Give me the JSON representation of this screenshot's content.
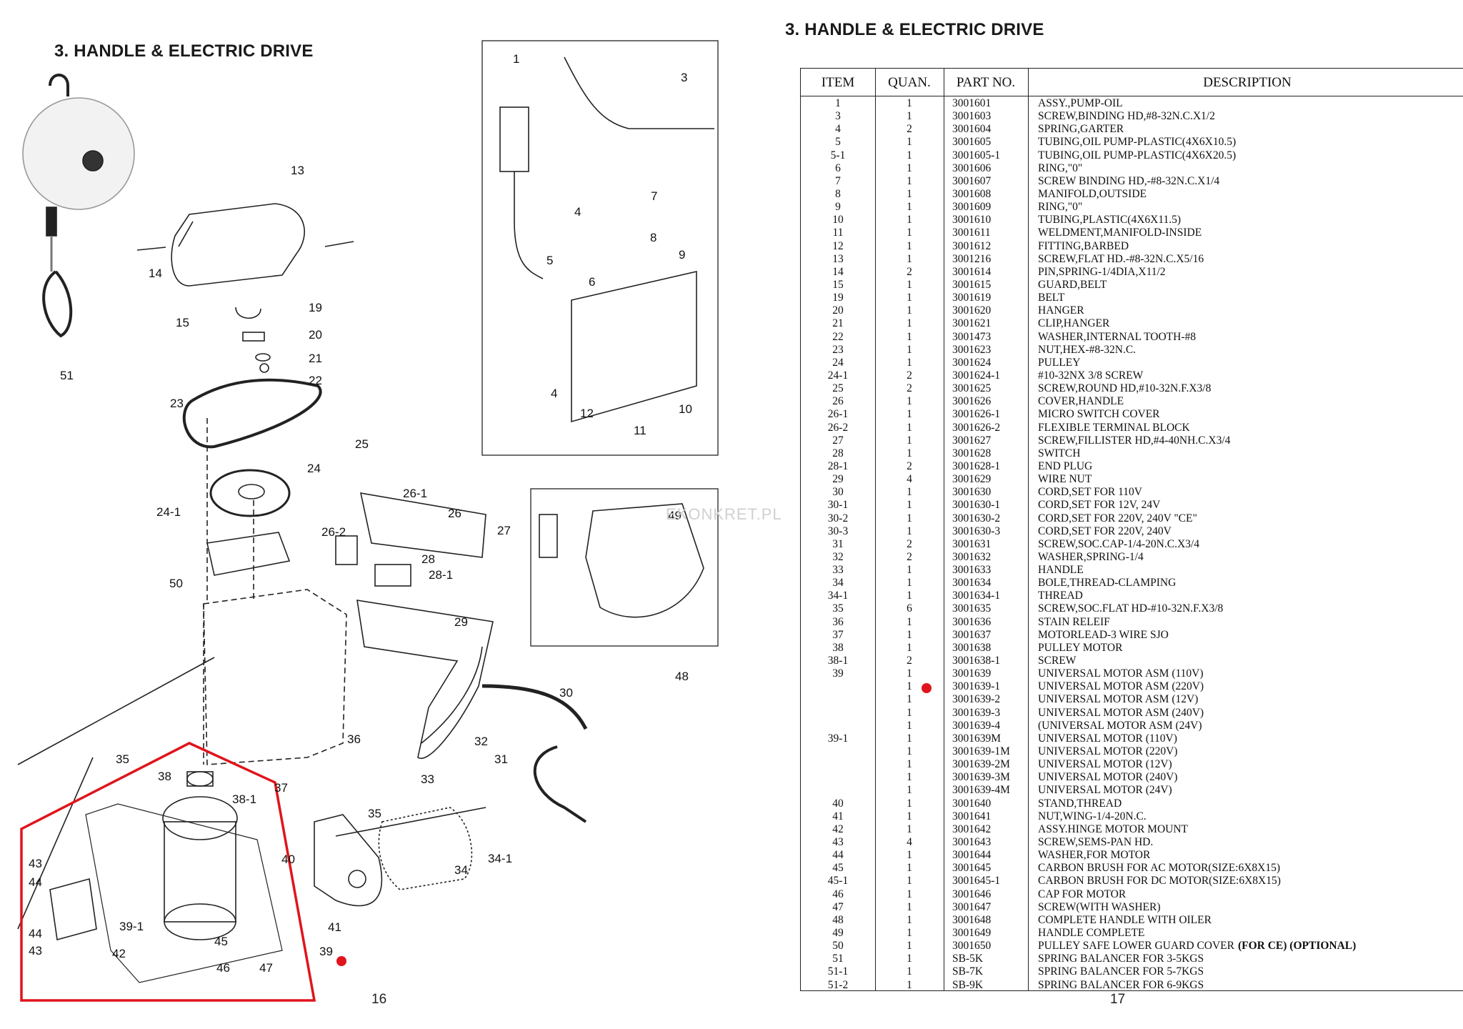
{
  "left_page": {
    "heading": "3. HANDLE & ELECTRIC DRIVE",
    "page_number": "16",
    "watermark": "EKONKRET.PL",
    "callouts": [
      "1",
      "3",
      "4",
      "5",
      "6",
      "7",
      "8",
      "9",
      "10",
      "11",
      "12",
      "13",
      "14",
      "15",
      "19",
      "20",
      "21",
      "22",
      "23",
      "24",
      "24-1",
      "25",
      "26",
      "26-1",
      "26-2",
      "27",
      "28",
      "28-1",
      "29",
      "30",
      "31",
      "32",
      "33",
      "34",
      "34-1",
      "35",
      "35",
      "36",
      "37",
      "38",
      "38-1",
      "39",
      "39-1",
      "40",
      "41",
      "42",
      "43",
      "43",
      "44",
      "44",
      "45",
      "46",
      "47",
      "48",
      "49",
      "50",
      "51",
      "4"
    ]
  },
  "right_page": {
    "heading": "3. HANDLE & ELECTRIC DRIVE",
    "page_number": "17",
    "table": {
      "columns": [
        "ITEM",
        "QUAN.",
        "PART NO.",
        "DESCRIPTION"
      ],
      "rows": [
        [
          "1",
          "1",
          "3001601",
          "ASSY.,PUMP-OIL"
        ],
        [
          "3",
          "1",
          "3001603",
          "SCREW,BINDING HD,#8-32N.C.X1/2"
        ],
        [
          "4",
          "2",
          "3001604",
          "SPRING,GARTER"
        ],
        [
          "5",
          "1",
          "3001605",
          "TUBING,OIL PUMP-PLASTIC(4X6X10.5)"
        ],
        [
          "5-1",
          "1",
          "3001605-1",
          "TUBING,OIL PUMP-PLASTIC(4X6X20.5)"
        ],
        [
          "6",
          "1",
          "3001606",
          "RING,\"0\""
        ],
        [
          "7",
          "1",
          "3001607",
          "SCREW BINDING HD,-#8-32N.C.X1/4"
        ],
        [
          "8",
          "1",
          "3001608",
          "MANIFOLD,OUTSIDE"
        ],
        [
          "9",
          "1",
          "3001609",
          "RING,\"0\""
        ],
        [
          "10",
          "1",
          "3001610",
          "TUBING,PLASTIC(4X6X11.5)"
        ],
        [
          "11",
          "1",
          "3001611",
          "WELDMENT,MANIFOLD-INSIDE"
        ],
        [
          "12",
          "1",
          "3001612",
          "FITTING,BARBED"
        ],
        [
          "13",
          "1",
          "3001216",
          "SCREW,FLAT HD.-#8-32N.C.X5/16"
        ],
        [
          "14",
          "2",
          "3001614",
          "PIN,SPRING-1/4DIA,X11/2"
        ],
        [
          "15",
          "1",
          "3001615",
          "GUARD,BELT"
        ],
        [
          "19",
          "1",
          "3001619",
          "BELT"
        ],
        [
          "20",
          "1",
          "3001620",
          "HANGER"
        ],
        [
          "21",
          "1",
          "3001621",
          "CLIP,HANGER"
        ],
        [
          "22",
          "1",
          "3001473",
          "WASHER,INTERNAL TOOTH-#8"
        ],
        [
          "23",
          "1",
          "3001623",
          "NUT,HEX-#8-32N.C."
        ],
        [
          "24",
          "1",
          "3001624",
          "PULLEY"
        ],
        [
          "24-1",
          "2",
          "3001624-1",
          "#10-32NX 3/8 SCREW"
        ],
        [
          "25",
          "2",
          "3001625",
          "SCREW,ROUND HD,#10-32N.F.X3/8"
        ],
        [
          "26",
          "1",
          "3001626",
          "COVER,HANDLE"
        ],
        [
          "26-1",
          "1",
          "3001626-1",
          "MICRO SWITCH COVER"
        ],
        [
          "26-2",
          "1",
          "3001626-2",
          "FLEXIBLE TERMINAL BLOCK"
        ],
        [
          "27",
          "1",
          "3001627",
          "SCREW,FILLISTER HD,#4-40NH.C.X3/4"
        ],
        [
          "28",
          "1",
          "3001628",
          "SWITCH"
        ],
        [
          "28-1",
          "2",
          "3001628-1",
          "END PLUG"
        ],
        [
          "29",
          "4",
          "3001629",
          "WIRE NUT"
        ],
        [
          "30",
          "1",
          "3001630",
          "CORD,SET FOR 110V"
        ],
        [
          "30-1",
          "1",
          "3001630-1",
          "CORD,SET FOR 12V, 24V"
        ],
        [
          "30-2",
          "1",
          "3001630-2",
          "CORD,SET FOR 220V, 240V \"CE\""
        ],
        [
          "30-3",
          "1",
          "3001630-3",
          "CORD,SET FOR 220V, 240V"
        ],
        [
          "31",
          "2",
          "3001631",
          "SCREW,SOC.CAP-1/4-20N.C.X3/4"
        ],
        [
          "32",
          "2",
          "3001632",
          "WASHER,SPRING-1/4"
        ],
        [
          "33",
          "1",
          "3001633",
          "HANDLE"
        ],
        [
          "34",
          "1",
          "3001634",
          "BOLE,THREAD-CLAMPING"
        ],
        [
          "34-1",
          "1",
          "3001634-1",
          "THREAD"
        ],
        [
          "35",
          "6",
          "3001635",
          "SCREW,SOC.FLAT HD-#10-32N.F.X3/8"
        ],
        [
          "36",
          "1",
          "3001636",
          "STAIN RELEIF"
        ],
        [
          "37",
          "1",
          "3001637",
          "MOTORLEAD-3 WIRE SJO"
        ],
        [
          "38",
          "1",
          "3001638",
          "PULLEY MOTOR"
        ],
        [
          "38-1",
          "2",
          "3001638-1",
          "SCREW"
        ],
        [
          "39",
          "1",
          "3001639",
          "UNIVERSAL MOTOR ASM (110V)"
        ],
        [
          "",
          "1",
          "3001639-1",
          "UNIVERSAL MOTOR ASM (220V)"
        ],
        [
          "",
          "1",
          "3001639-2",
          "UNIVERSAL MOTOR ASM (12V)"
        ],
        [
          "",
          "1",
          "3001639-3",
          "UNIVERSAL MOTOR ASM (240V)"
        ],
        [
          "",
          "1",
          "3001639-4",
          "(UNIVERSAL MOTOR ASM (24V)"
        ],
        [
          "39-1",
          "1",
          "3001639M",
          "UNIVERSAL MOTOR (110V)"
        ],
        [
          "",
          "1",
          "3001639-1M",
          "UNIVERSAL MOTOR (220V)"
        ],
        [
          "",
          "1",
          "3001639-2M",
          "UNIVERSAL MOTOR (12V)"
        ],
        [
          "",
          "1",
          "3001639-3M",
          "UNIVERSAL MOTOR (240V)"
        ],
        [
          "",
          "1",
          "3001639-4M",
          "UNIVERSAL MOTOR (24V)"
        ],
        [
          "40",
          "1",
          "3001640",
          "STAND,THREAD"
        ],
        [
          "41",
          "1",
          "3001641",
          "NUT,WING-1/4-20N.C."
        ],
        [
          "42",
          "1",
          "3001642",
          "ASSY.HINGE MOTOR MOUNT"
        ],
        [
          "43",
          "4",
          "3001643",
          "SCREW,SEMS-PAN HD."
        ],
        [
          "44",
          "1",
          "3001644",
          "WASHER,FOR MOTOR"
        ],
        [
          "45",
          "1",
          "3001645",
          "CARBON BRUSH FOR AC MOTOR(SIZE:6X8X15)"
        ],
        [
          "45-1",
          "1",
          "3001645-1",
          "CARBON BRUSH FOR DC MOTOR(SIZE:6X8X15)"
        ],
        [
          "46",
          "1",
          "3001646",
          "CAP FOR MOTOR"
        ],
        [
          "47",
          "1",
          "3001647",
          "SCREW(WITH WASHER)"
        ],
        [
          "48",
          "1",
          "3001648",
          "COMPLETE HANDLE WITH OILER"
        ],
        [
          "49",
          "1",
          "3001649",
          "HANDLE COMPLETE"
        ],
        [
          "50",
          "1",
          "3001650",
          "PULLEY SAFE LOWER GUARD COVER"
        ],
        [
          "51",
          "1",
          "SB-5K",
          "SPRING BALANCER FOR 3-5KGS"
        ],
        [
          "51-1",
          "1",
          "SB-7K",
          "SPRING BALANCER FOR 5-7KGS"
        ],
        [
          "51-2",
          "1",
          "SB-9K",
          "SPRING BALANCER FOR 6-9KGS"
        ]
      ],
      "row50_bold_suffix": "(FOR CE) (OPTIONAL)"
    }
  },
  "colors": {
    "highlight": "#e0141b",
    "ink": "#111111"
  }
}
